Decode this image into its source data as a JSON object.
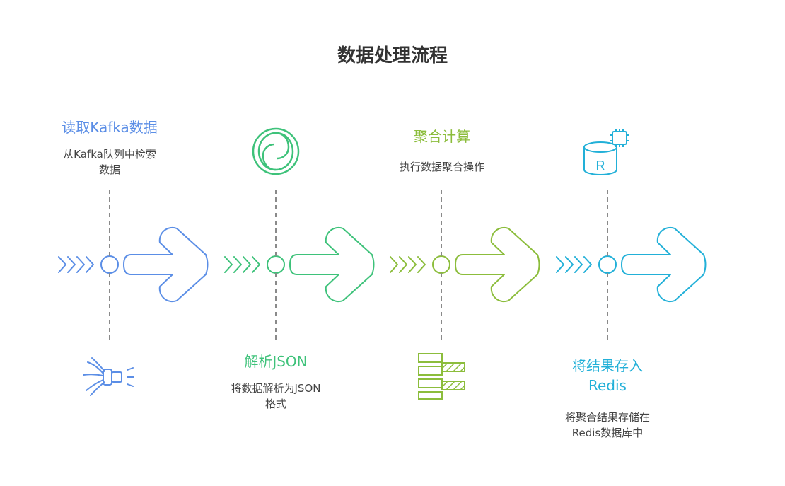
{
  "title": "数据处理流程",
  "colors": {
    "blue": "#5b8ee6",
    "green": "#3ec27a",
    "lime": "#8cbd3c",
    "cyan": "#22b0d8",
    "connector": "#8a8a8a",
    "title": "#333333"
  },
  "steps": [
    {
      "title": "读取Kafka数据",
      "description": "从Kafka队列中检索\n数据",
      "color": "blue",
      "icon": "stream-ingest-icon"
    },
    {
      "title": "解析JSON",
      "description": "将数据解析为JSON\n格式",
      "color": "green",
      "icon": "json-swirl-icon"
    },
    {
      "title": "聚合计算",
      "description": "执行数据聚合操作",
      "color": "lime",
      "icon": "aggregate-bars-icon"
    },
    {
      "title": "将结果存入\nRedis",
      "description": "将聚合结果存储在\nRedis数据库中",
      "color": "cyan",
      "icon": "redis-database-icon",
      "icon_label": "R"
    }
  ]
}
